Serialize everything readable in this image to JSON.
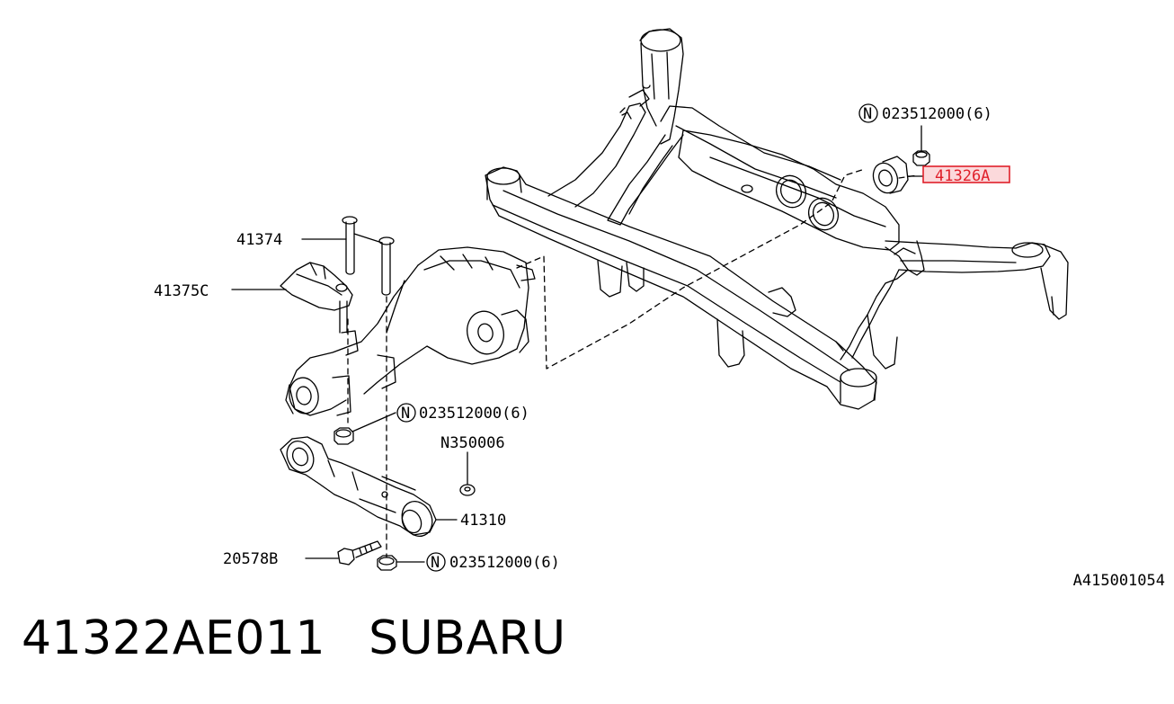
{
  "labels": {
    "nut_top_right": "023512000(6)",
    "bushing_highlighted": "41326A",
    "stud_bolt": "41374",
    "bracket": "41375C",
    "nut_middle": "023512000(6)",
    "washer": "N350006",
    "member": "41310",
    "bolt": "20578B",
    "nut_bottom": "023512000(6)",
    "nut_marker": "N"
  },
  "reference_code": "A415001054",
  "caption": {
    "part_number": "41322AE011",
    "brand": "SUBARU"
  },
  "colors": {
    "line": "#000000",
    "highlight": "#e0202a",
    "highlight_fill": "#fbd9db",
    "background": "#ffffff"
  }
}
